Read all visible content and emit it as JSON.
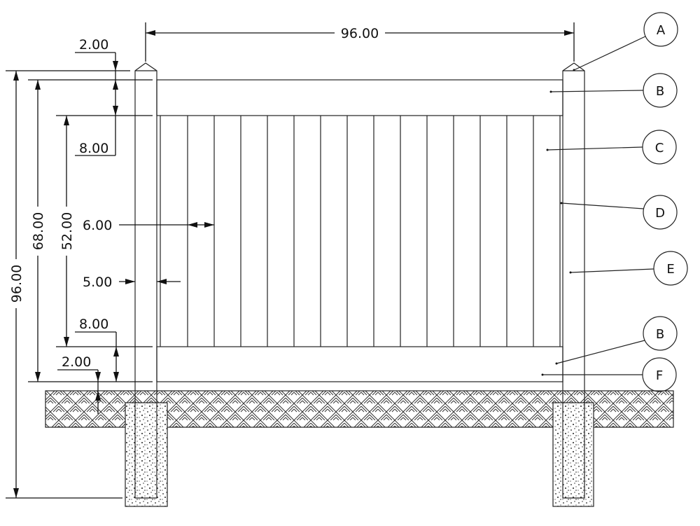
{
  "dimensions": {
    "overall_width": "96.00",
    "overall_height": "96.00",
    "panel_height": "68.00",
    "picket_height": "52.00",
    "top_offset": "2.00",
    "top_rail": "8.00",
    "picket_width": "6.00",
    "post_width": "5.00",
    "bottom_rail": "8.00",
    "ground_clearance": "2.00"
  },
  "callouts": [
    {
      "label": "A"
    },
    {
      "label": "B"
    },
    {
      "label": "C"
    },
    {
      "label": "D"
    },
    {
      "label": "E"
    },
    {
      "label": "B"
    },
    {
      "label": "F"
    }
  ],
  "picket_count": 15
}
